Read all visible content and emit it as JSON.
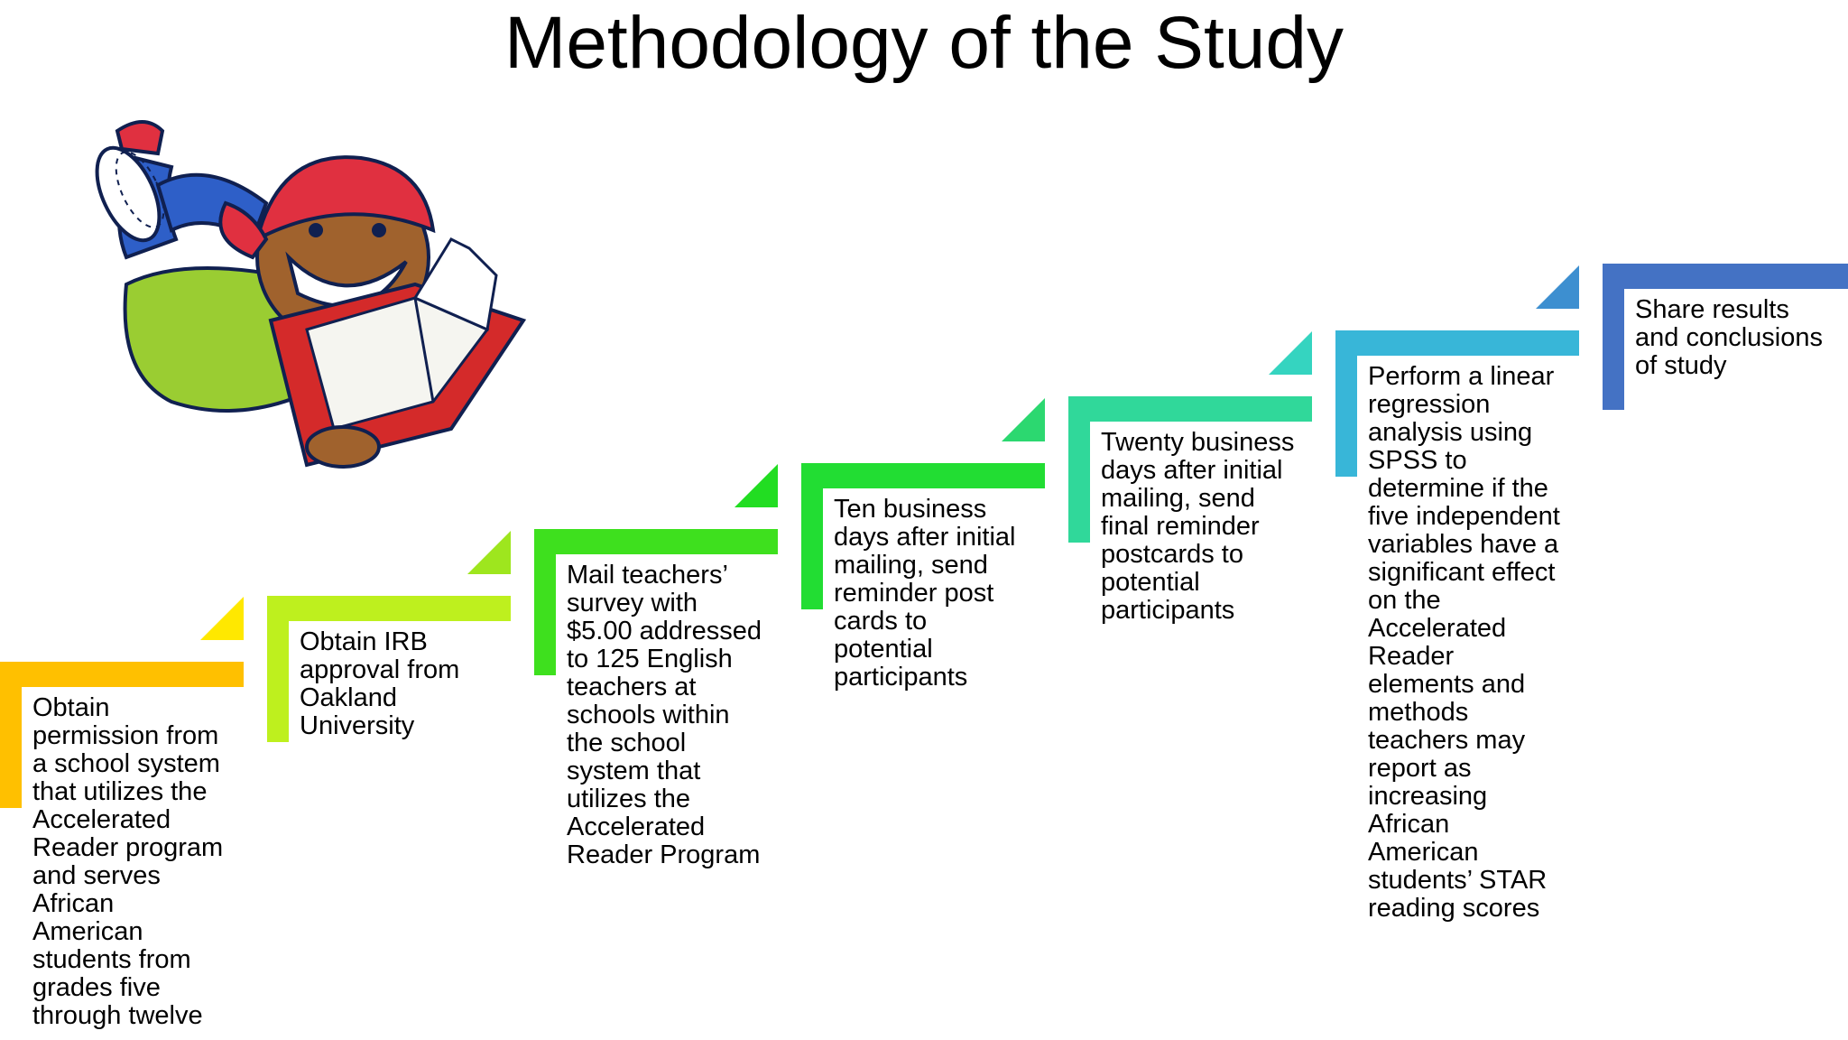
{
  "title": "Methodology of the Study",
  "illustration": "reading-boy-icon",
  "steps": [
    {
      "text": "Obtain\npermission from\na school system\nthat utilizes the\nAccelerated\nReader program\nand serves\nAfrican\nAmerican\nstudents from\ngrades five\nthrough twelve",
      "color": "#FFC000",
      "arrow_color": "#FFE800"
    },
    {
      "text": "Obtain IRB\napproval from\nOakland\nUniversity",
      "color": "#BEF01E",
      "arrow_color": "#9EE61E"
    },
    {
      "text": "Mail teachers’\nsurvey with\n$5.00 addressed\nto 125 English\nteachers at\nschools within\nthe school\nsystem that\nutilizes the\nAccelerated\nReader Program",
      "color": "#3EE01E",
      "arrow_color": "#22DD22"
    },
    {
      "text": "Ten business\ndays after initial\nmailing, send\nreminder post\ncards to\npotential\nparticipants",
      "color": "#22DD33",
      "arrow_color": "#2CD870"
    },
    {
      "text": "Twenty business\ndays after initial\nmailing, send\nfinal reminder\npostcards to\npotential\nparticipants",
      "color": "#30D89A",
      "arrow_color": "#35D4C0"
    },
    {
      "text": "Perform a linear\nregression\nanalysis using\nSPSS to\ndetermine if the\nfive independent\nvariables have a\nsignificant effect\non the\nAccelerated\nReader\nelements and\nmethods\nteachers may\nreport as\nincreasing\nAfrican\nAmerican\nstudents’ STAR\nreading scores",
      "color": "#38B6D8",
      "arrow_color": "#3D8FD0"
    },
    {
      "text": "Share results\nand conclusions\nof study",
      "color": "#4472C4",
      "arrow_color": "#4472C4"
    }
  ]
}
